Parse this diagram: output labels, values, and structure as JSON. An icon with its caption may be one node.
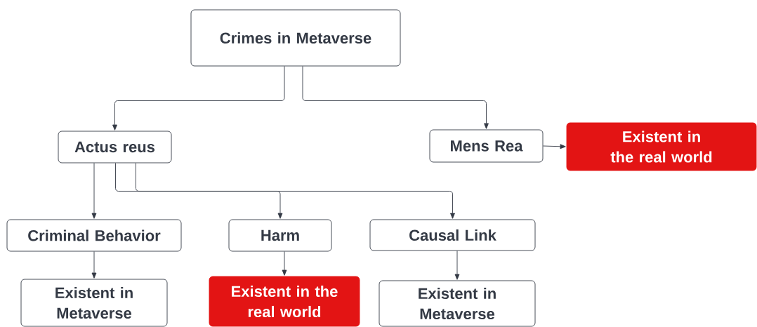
{
  "diagram": {
    "nodes": [
      {
        "text": [
          "Crimes in Metaverse"
        ]
      },
      {
        "text": [
          "Actus reus"
        ]
      },
      {
        "text": [
          "Mens Rea"
        ]
      },
      {
        "text": [
          "Existent in the real world"
        ]
      },
      {
        "text": [
          "Criminal Behavior"
        ]
      },
      {
        "text": [
          "Harm"
        ]
      },
      {
        "text": [
          "Causal Link"
        ]
      },
      {
        "text": [
          "Existent in Metaverse"
        ]
      },
      {
        "text": [
          "Existent in the real world"
        ]
      },
      {
        "text": [
          "Existent in Metaverse"
        ]
      }
    ],
    "edges": [
      {
        "from": 0,
        "to": 1,
        "arrow": "to"
      },
      {
        "from": 0,
        "to": 2,
        "arrow": "to"
      },
      {
        "from": 2,
        "to": 3,
        "arrow": "to"
      },
      {
        "from": 1,
        "to": 4,
        "arrow": "to"
      },
      {
        "from": 1,
        "to": 5,
        "arrow": "to"
      },
      {
        "from": 1,
        "to": 6,
        "arrow": "to"
      },
      {
        "from": 4,
        "to": 7,
        "arrow": "to"
      },
      {
        "from": 5,
        "to": 8,
        "arrow": "to"
      },
      {
        "from": 6,
        "to": 9,
        "arrow": "to"
      }
    ]
  }
}
